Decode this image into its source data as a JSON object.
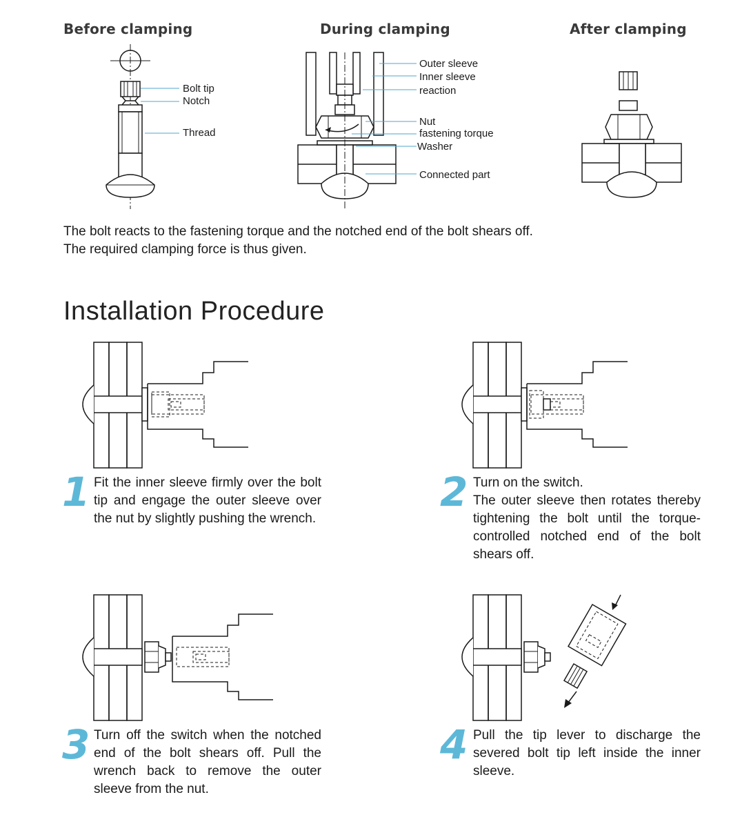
{
  "clamping": {
    "before": {
      "heading": "Before clamping",
      "labels": [
        "Bolt tip",
        "Notch",
        "Thread"
      ]
    },
    "during": {
      "heading": "During clamping",
      "labels": [
        "Outer sleeve",
        "Inner sleeve",
        "reaction",
        "Nut",
        "fastening torque",
        "Washer",
        "Connected part"
      ]
    },
    "after": {
      "heading": "After clamping"
    },
    "description": [
      "The bolt reacts to the fastening torque and the notched end of the bolt shears off.",
      "The required clamping force is thus given."
    ]
  },
  "installation": {
    "title": "Installation Procedure",
    "steps": [
      {
        "number": "1",
        "text": "Fit the inner sleeve firmly over the bolt tip and engage the outer sleeve over the nut by slightly pushing the wrench."
      },
      {
        "number": "2",
        "lines": [
          "Turn on the switch.",
          "The outer sleeve then rotates thereby tightening the bolt until the torque-controlled notched end of the bolt shears off."
        ]
      },
      {
        "number": "3",
        "text": "Turn off the switch when the notched end of the bolt shears off. Pull the wrench back to remove the outer sleeve from the nut."
      },
      {
        "number": "4",
        "text": "Pull the tip lever to discharge the severed bolt tip left inside the inner sleeve."
      }
    ]
  },
  "colors": {
    "accent": "#5db8d8",
    "leader": "#4fa7cc",
    "heading": "#3a3a3a"
  }
}
